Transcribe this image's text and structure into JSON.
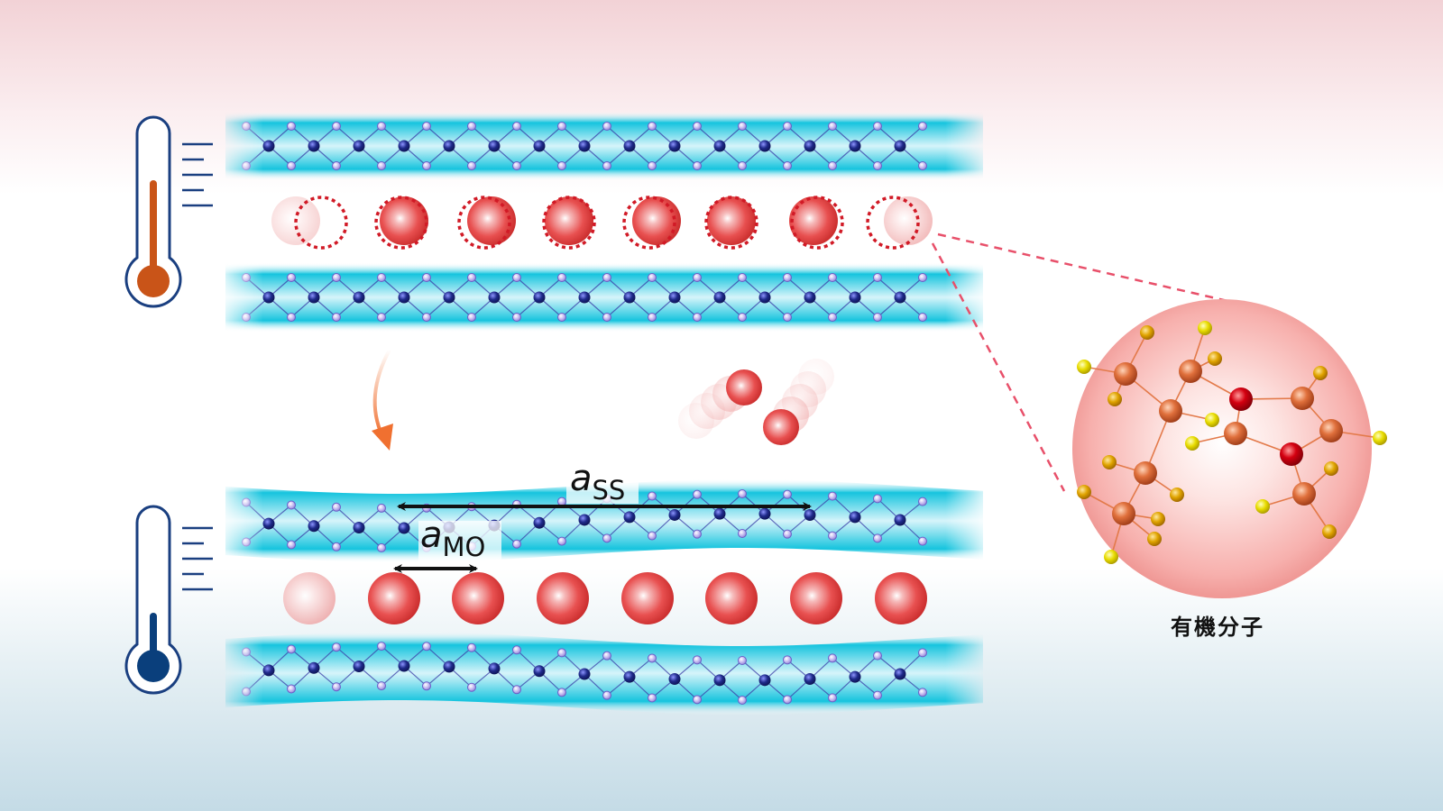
{
  "labels": {
    "a_ss_main": "a",
    "a_ss_sub": "SS",
    "a_mo_main": "a",
    "a_mo_sub": "MO",
    "molecule_caption": "有機分子"
  },
  "colors": {
    "layer_cyan": "#16c4de",
    "node_dark": "#1f2a8a",
    "node_light": "#c3b8ee",
    "molecule_red": "#e84a4a",
    "dashed_outline": "#d11a26",
    "arrow_orange": "#f07030",
    "thermo_hot": "#c95418",
    "thermo_cold": "#0a3f7c",
    "thermo_frame": "#1a3f80",
    "oxygen_red": "#d40010",
    "carbon_orange": "#de6a3a",
    "hydrogen_yellow": "#e8e000"
  },
  "icons": {
    "hot_thermometer": "thermometer-hot-icon",
    "cold_thermometer": "thermometer-cold-icon",
    "cooling_arrow": "curved-arrow-icon"
  },
  "thermometers": {
    "hot_fill_level": 0.8,
    "cold_fill_level": 0.45
  }
}
